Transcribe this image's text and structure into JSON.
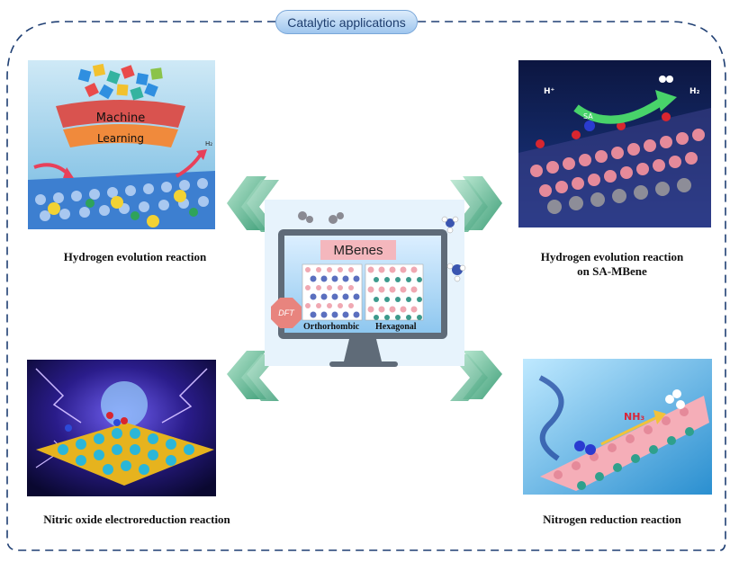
{
  "header": {
    "title": "Catalytic applications"
  },
  "panels": {
    "top_left": {
      "caption": "Hydrogen evolution reaction",
      "banner_top": "Machine",
      "banner_bottom": "Learning",
      "mol_h2": "H₂"
    },
    "top_right": {
      "caption_line1": "Hydrogen evolution reaction",
      "caption_line2": "on SA-MBene",
      "h_plus": "H⁺",
      "h2": "H₂",
      "sa": "SA"
    },
    "bottom_left": {
      "caption": "Nitric oxide electroreduction reaction"
    },
    "bottom_right": {
      "caption": "Nitrogen reduction reaction",
      "nh3": "NH₃"
    }
  },
  "center": {
    "title": "MBenes",
    "left_structure": "Orthorhombic",
    "right_structure": "Hexagonal",
    "badge": "DFT"
  },
  "colors": {
    "dash_border": "#1f3f73",
    "arrow_green": "#6fbf9a",
    "monitor_frame": "#5f6b78",
    "banner_red": "#d9534f",
    "banner_orange": "#f08a3c",
    "pink_atom": "#f0a8b2",
    "blue_atom": "#5a6fbf",
    "teal_atom": "#3c9a8c"
  }
}
